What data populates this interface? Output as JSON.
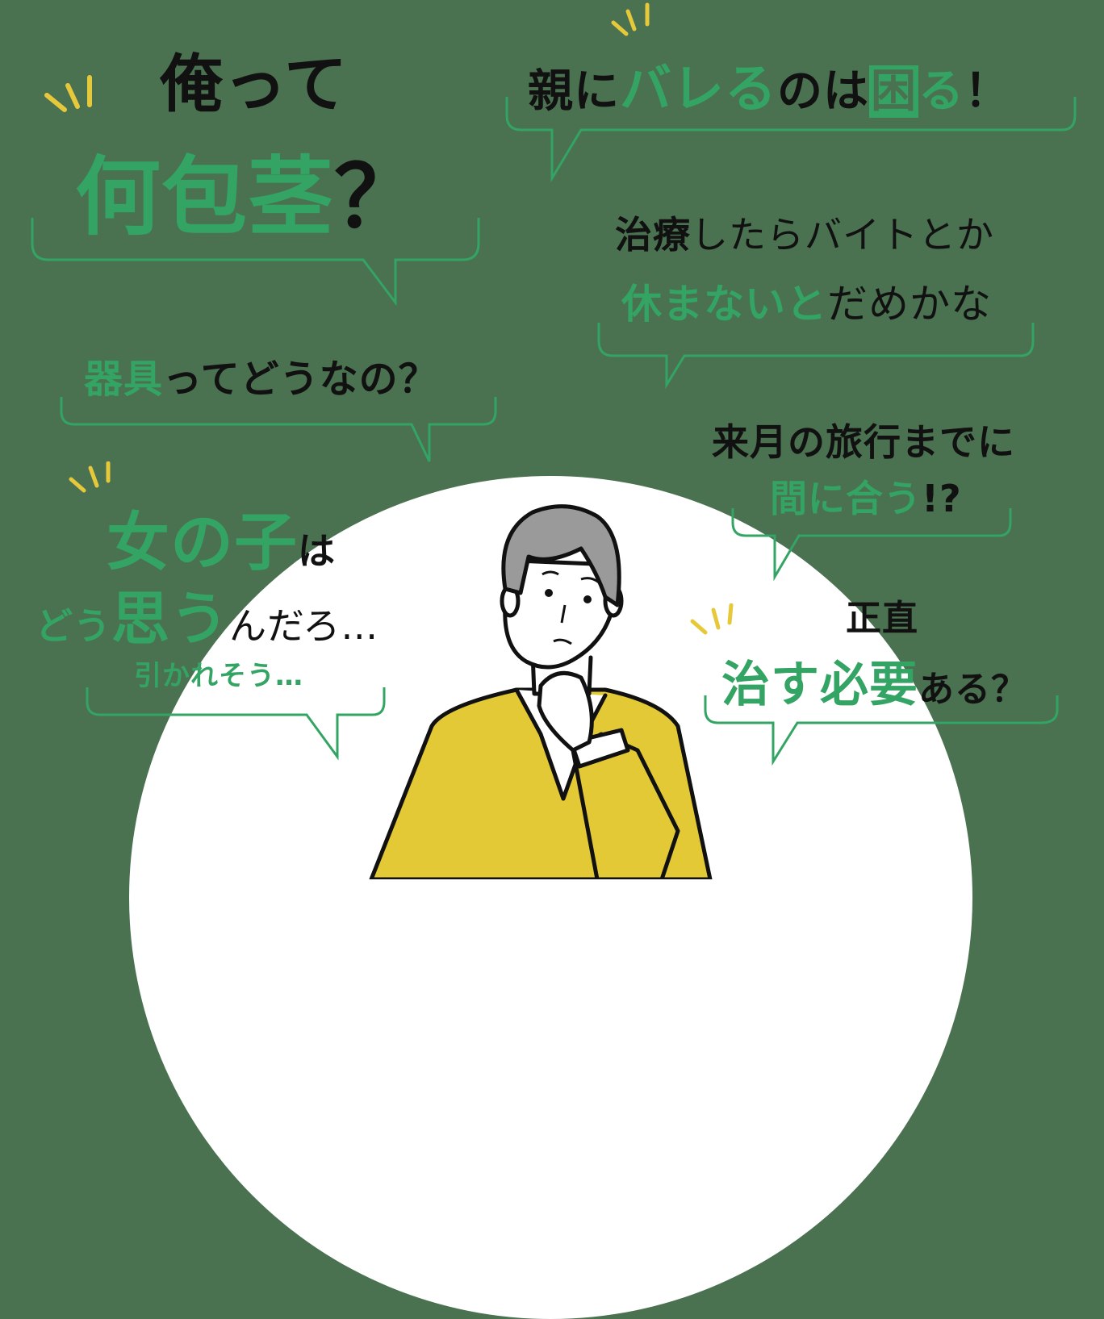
{
  "colors": {
    "background": "#4a7150",
    "accent_green": "#33a463",
    "text_black": "#111111",
    "sparkle_yellow": "#e6c93a",
    "sweater_yellow": "#e2c935",
    "hair_gray": "#9a9a9a"
  },
  "bubbles": {
    "b1": {
      "line1": "俺って",
      "line2_green": "何包茎",
      "line2_black": "？"
    },
    "b2": {
      "k1": "親に",
      "g1": "バレる",
      "k2": "のは",
      "hl": "困",
      "g2": "る",
      "k3": "！"
    },
    "b3": {
      "line1_k": "治療",
      "line1_rest": "したらバイトとか",
      "line2_g": "休まないと",
      "line2_k": "だめかな"
    },
    "b4": {
      "g": "器具",
      "k": "ってどうなの？"
    },
    "b5": {
      "line1_k": "来月の旅行までに",
      "line2_g": "間に合う",
      "line2_k": "!?"
    },
    "b6": {
      "line1_g": "女の子",
      "line1_k": "は",
      "line2_g1": "どう",
      "line2_g2": "思う",
      "line2_k": "んだろ…",
      "line3_g": "引かれそう…"
    },
    "b7": {
      "line1_k": "正直",
      "line2_g": "治す必要",
      "line2_k": "ある？"
    }
  },
  "illustration": {
    "subject": "thinking-man-with-hand-on-chin"
  }
}
